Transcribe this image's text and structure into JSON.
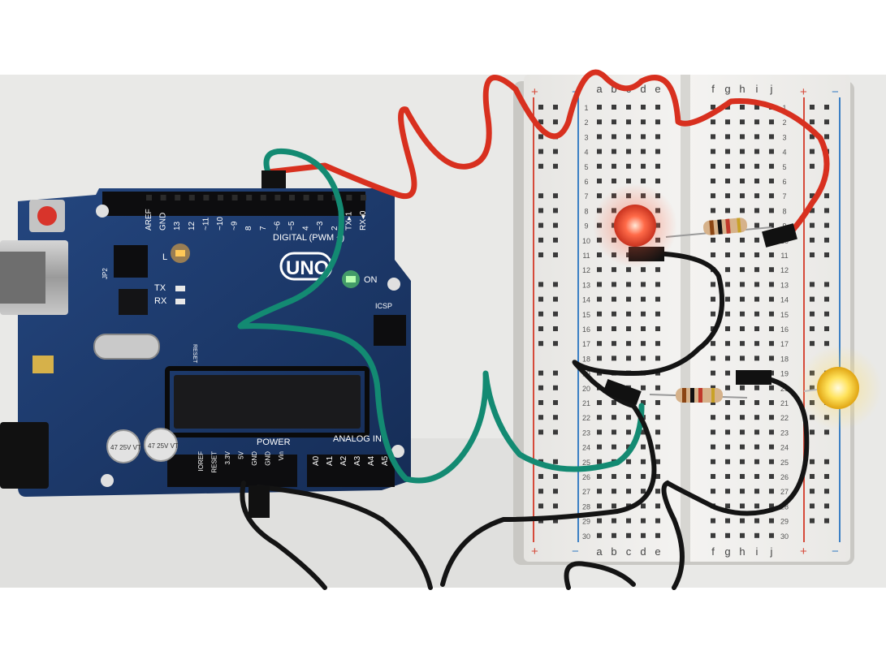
{
  "photo": {
    "background": "#e9e9e7",
    "letterbox": "#ffffff"
  },
  "arduino": {
    "board_color": "#1d3a6b",
    "logo": "UNO",
    "digital_header_label": "DIGITAL (PWM ~)",
    "digital_pins": [
      "AREF",
      "GND",
      "13",
      "12",
      "~11",
      "~10",
      "~9",
      "8",
      "7",
      "~6",
      "~5",
      "4",
      "~3",
      "2",
      "TX▸1",
      "RX◂0"
    ],
    "on_label": "ON",
    "led_l_label": "L",
    "tx_label": "TX",
    "rx_label": "RX",
    "icsp_label": "ICSP",
    "jp2_label": "JP2",
    "reset_label": "RESET",
    "power_label": "POWER",
    "power_pins": [
      "IOREF",
      "RESET",
      "3.3V",
      "5V",
      "GND",
      "GND",
      "Vin"
    ],
    "analog_label": "ANALOG IN",
    "analog_pins": [
      "A0",
      "A1",
      "A2",
      "A3",
      "A4",
      "A5"
    ],
    "cap_label_1": "47 25V VT",
    "cap_label_2": "47 25V VT"
  },
  "breadboard": {
    "left_cols": [
      "a",
      "b",
      "c",
      "d",
      "e"
    ],
    "right_cols": [
      "f",
      "g",
      "h",
      "i",
      "j"
    ],
    "rows": [
      "1",
      "2",
      "3",
      "4",
      "5",
      "6",
      "7",
      "8",
      "9",
      "10",
      "11",
      "12",
      "13",
      "14",
      "15",
      "16",
      "17",
      "18",
      "19",
      "20",
      "21",
      "22",
      "23",
      "24",
      "25",
      "26",
      "27",
      "28",
      "29",
      "30"
    ],
    "plus_label": "+",
    "minus_label": "−"
  },
  "components": {
    "led_red_color": "#ff5a3c",
    "led_yellow_color": "#ffd84a",
    "wire_red": "#d8301f",
    "wire_green": "#138a72",
    "wire_black": "#141414"
  }
}
